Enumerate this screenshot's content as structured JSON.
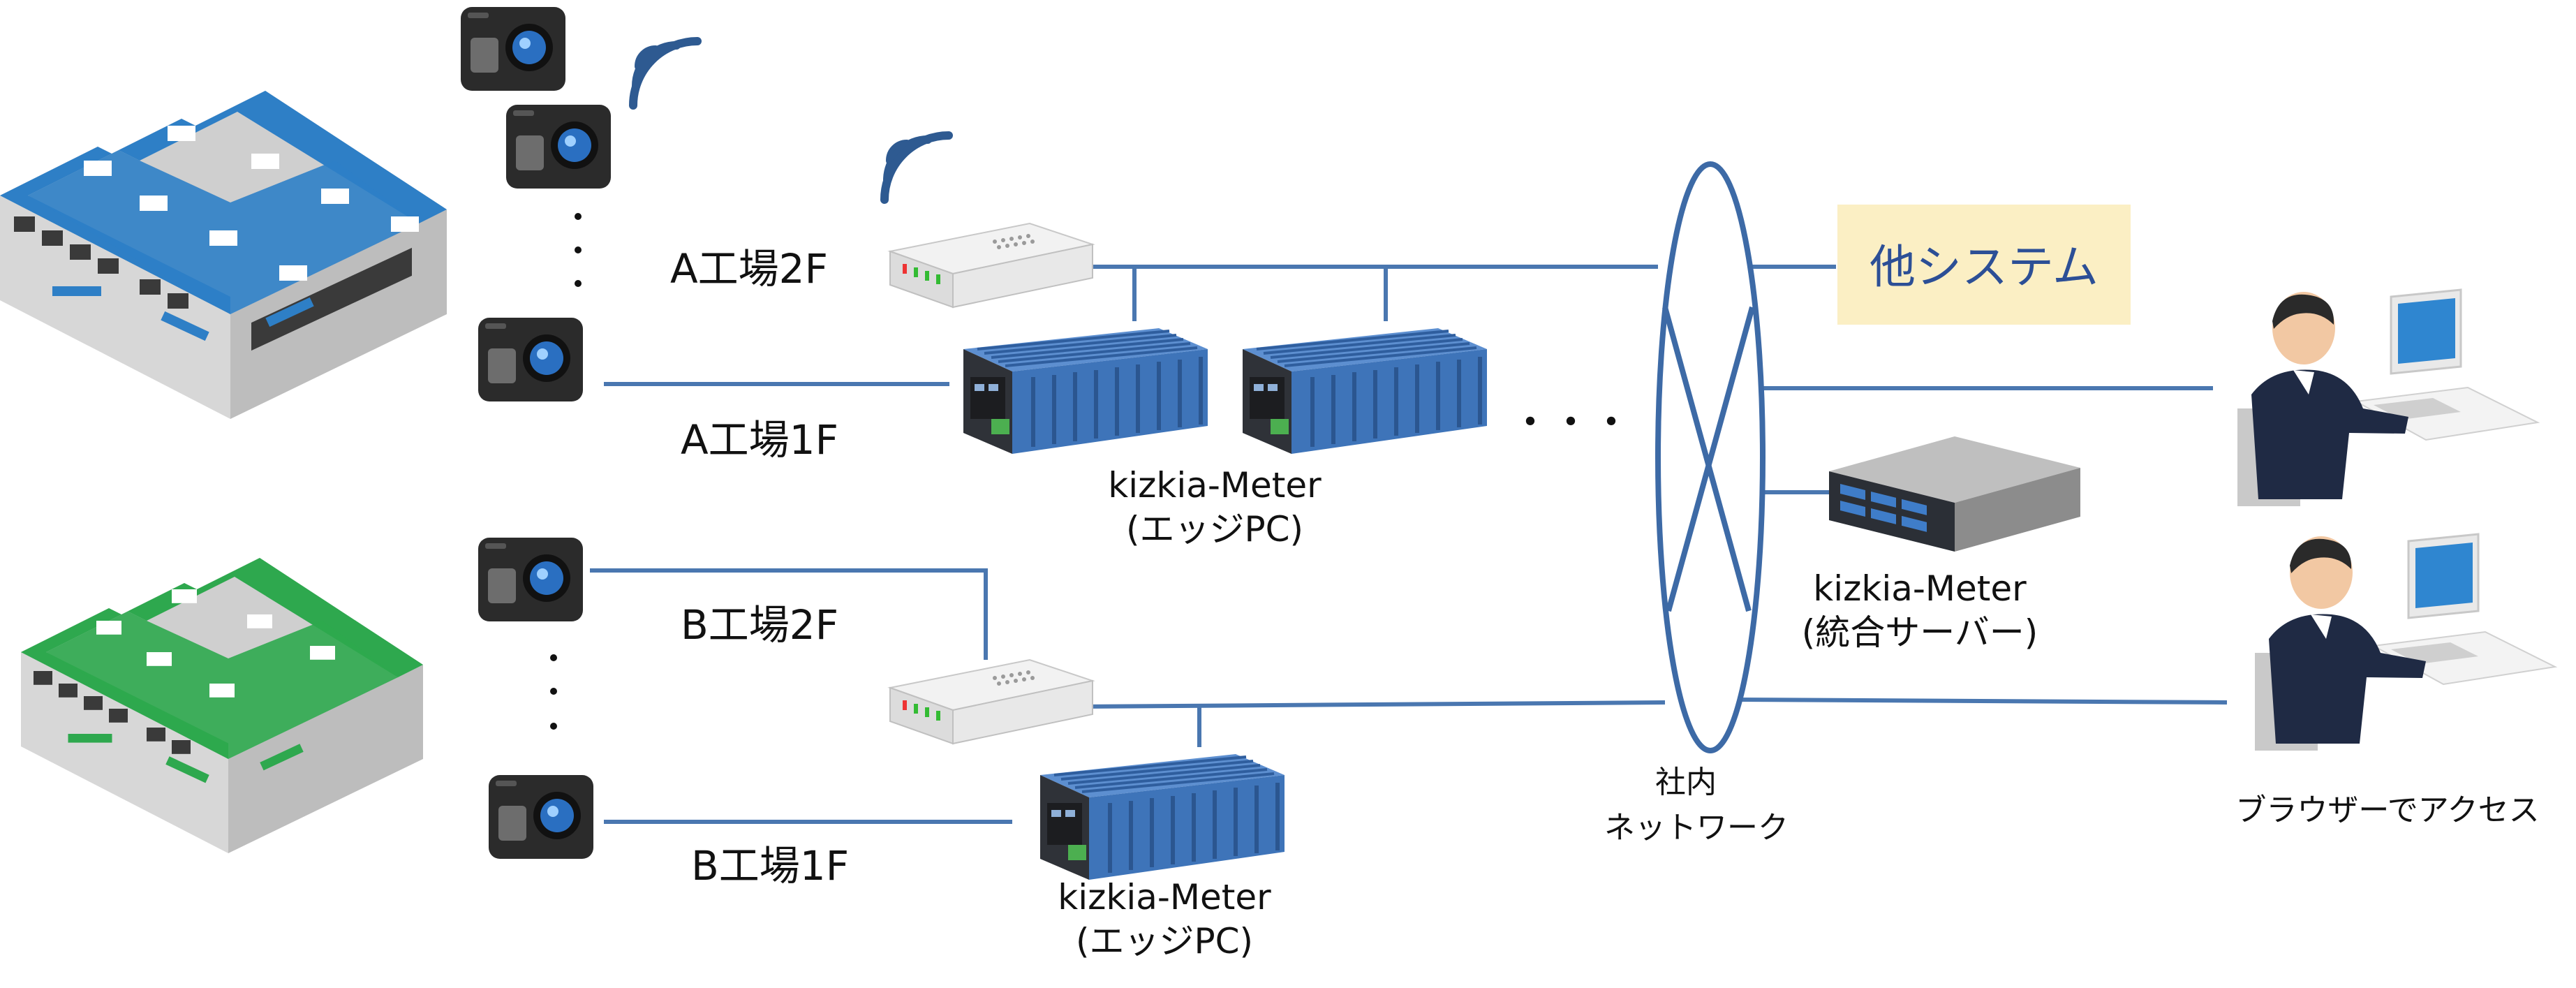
{
  "labels": {
    "floor_a2": "A工場2F",
    "floor_a1": "A工場1F",
    "floor_b2": "B工場2F",
    "floor_b1": "B工場1F",
    "edge_pc_top_name": "kizkia-Meter",
    "edge_pc_top_sub": "(エッジPC)",
    "edge_pc_bottom_name": "kizkia-Meter",
    "edge_pc_bottom_sub": "(エッジPC)",
    "server_name": "kizkia-Meter",
    "server_sub": "(統合サーバー)",
    "network_line1": "社内",
    "network_line2": "ネットワーク",
    "other_system": "他システム",
    "browser_access": "ブラウザーでアクセス",
    "ellipsis_horizontal": "・・・"
  },
  "colors": {
    "line": "#4a77b0",
    "network_ellipse": "#3d6aa6",
    "roof_a": "#2e7fc6",
    "roof_b": "#2ea84e",
    "other_system_bg": "#fbefc4",
    "other_system_text": "#2c4f96",
    "edge_pc_body": "#3e74b9"
  },
  "icons": {
    "factory": "factory-building-icon",
    "camera": "camera-icon",
    "wifi": "wifi-signal-icon",
    "router": "network-switch-icon",
    "edge_pc": "edge-pc-icon",
    "server": "rack-server-icon",
    "user": "user-at-computer-icon"
  }
}
